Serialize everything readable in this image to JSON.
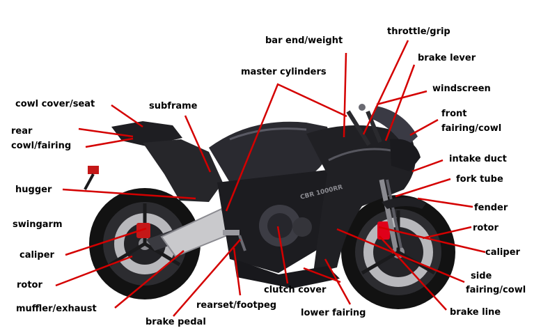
{
  "colors": {
    "leader_line": "#d40000",
    "bike_body": "#1a1a1c",
    "bike_highlight": "#4a4a52",
    "chrome": "#c9c9cc",
    "brake_red": "#e0001a",
    "tire": "#111111"
  },
  "labels": {
    "cowl_cover_seat": "cowl cover/seat",
    "rear_cowl_line1": "rear",
    "rear_cowl_line2": "cowl/fairing",
    "hugger": "hugger",
    "swingarm": "swingarm",
    "caliper_rear": "caliper",
    "rotor_rear": "rotor",
    "muffler_exhaust": "muffler/exhaust",
    "brake_pedal": "brake pedal",
    "rearset_footpeg": "rearset/footpeg",
    "clutch_cover": "clutch cover",
    "lower_fairing": "lower fairing",
    "subframe": "subframe",
    "master_cylinders": "master cylinders",
    "bar_end_weight": "bar end/weight",
    "throttle_grip": "throttle/grip",
    "brake_lever": "brake lever",
    "windscreen": "windscreen",
    "front_fairing_line1": "front",
    "front_fairing_line2": "fairing/cowl",
    "intake_duct": "intake duct",
    "fork_tube": "fork tube",
    "fender": "fender",
    "rotor_front": "rotor",
    "caliper_front": "caliper",
    "side_fairing_line1": "side",
    "side_fairing_line2": "fairing/cowl",
    "brake_line": "brake line"
  },
  "bike_badge": "CBR 1000RR"
}
